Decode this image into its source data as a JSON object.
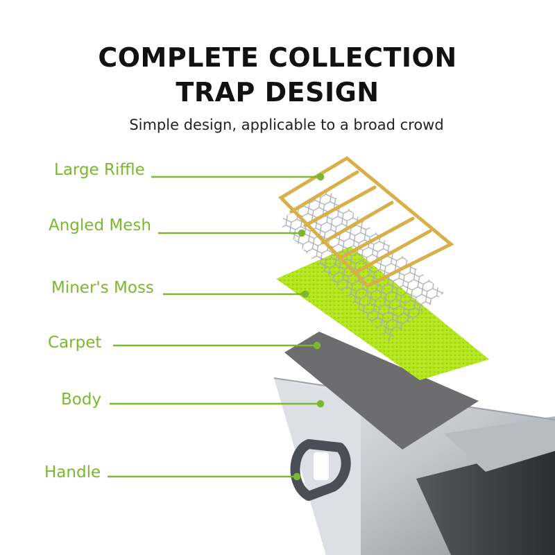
{
  "title_line1": "COMPLETE COLLECTION",
  "title_line2": "TRAP DESIGN",
  "subtitle": "Simple design, applicable to a broad crowd",
  "labels": {
    "large_riffle": "Large Riffle",
    "angled_mesh": "Angled Mesh",
    "miners_moss": "Miner's Moss",
    "carpet": "Carpet",
    "body": "Body",
    "handle": "Handle"
  },
  "colors": {
    "label_green": "#7cb82f",
    "moss": "#b3e61c",
    "carpet": "#6d6d70",
    "riffle": "#d8b04a",
    "metal": "#c9ccd0"
  }
}
